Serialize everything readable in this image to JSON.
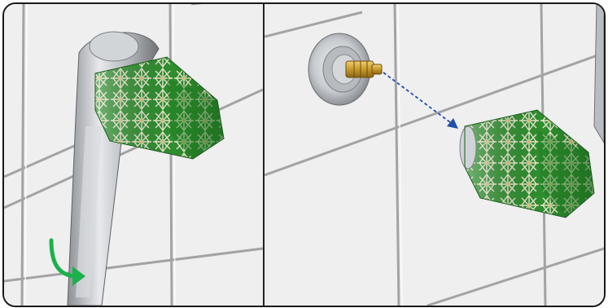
{
  "figure": {
    "panels": [
      {
        "id": "left",
        "elements": [
          "tiled-wall",
          "chrome-lever-handle",
          "decorative-knob-green",
          "rotation-arrow-green"
        ]
      },
      {
        "id": "right",
        "elements": [
          "tiled-wall",
          "chrome-wall-flange",
          "brass-valve-spindle",
          "decorative-knob-green-detached",
          "dashed-blue-arrow"
        ]
      }
    ],
    "colors": {
      "tile": "#f1f1f1",
      "grout": "#9b9b9b",
      "chrome": "#c9ccd0",
      "knob_green": "#2e8b2e",
      "knob_pattern": "#e9e6d2",
      "brass": "#c9a23a",
      "arrow_green": "#1bb14b",
      "arrow_blue": "#1f4fa8",
      "frame": "#1a1a1a"
    }
  }
}
